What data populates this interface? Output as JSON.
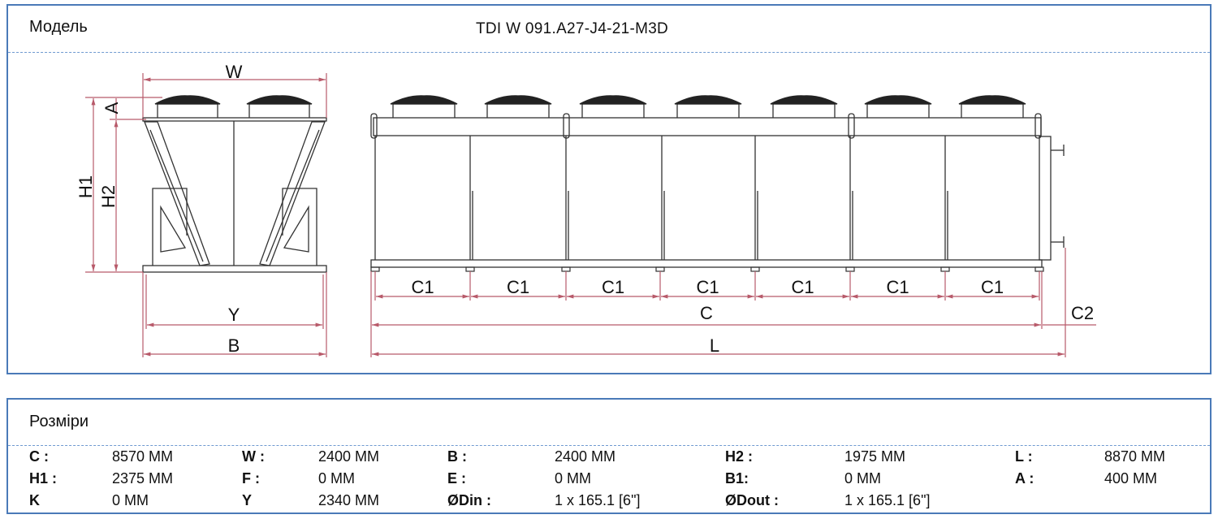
{
  "header": {
    "model_label": "Модель",
    "model_value": "TDI W 091.A27-J4-21-M3D"
  },
  "drawing": {
    "side_view_labels": {
      "W": "W",
      "A": "A",
      "H1": "H1",
      "H2": "H2",
      "Y": "Y",
      "B": "B"
    },
    "front_view_labels": {
      "C1": "C1",
      "C": "C",
      "C2": "C2",
      "L": "L"
    },
    "fan_count_front": 7,
    "fan_count_side": 2,
    "dim_color": "#b85a6a"
  },
  "dimensions": {
    "title": "Розміри",
    "rows": [
      [
        {
          "label": "C :",
          "value": "8570 MM"
        },
        {
          "label": "W :",
          "value": "2400 MM"
        },
        {
          "label": "B :",
          "value": "2400 MM"
        },
        {
          "label": "H2 :",
          "value": "1975 MM"
        },
        {
          "label": "L :",
          "value": "8870 MM"
        }
      ],
      [
        {
          "label": "H1 :",
          "value": "2375 MM"
        },
        {
          "label": "F :",
          "value": "0 MM"
        },
        {
          "label": "E :",
          "value": "0 MM"
        },
        {
          "label": "B1:",
          "value": "0 MM"
        },
        {
          "label": "A :",
          "value": "400 MM"
        }
      ],
      [
        {
          "label": "K",
          "value": "0 MM"
        },
        {
          "label": "Y",
          "value": "2340 MM"
        },
        {
          "label": "ØDin :",
          "value": "1 x 165.1 [6\"]"
        },
        {
          "label": "ØDout :",
          "value": "1 x 165.1 [6\"]"
        }
      ]
    ]
  }
}
